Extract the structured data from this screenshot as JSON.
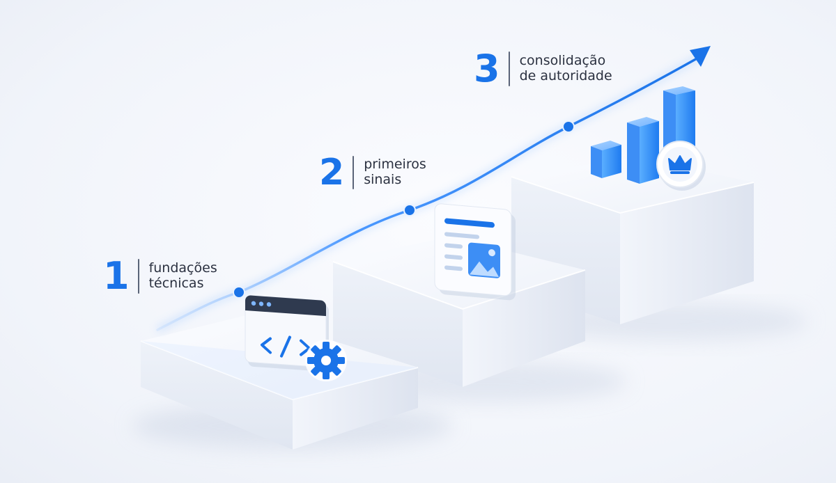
{
  "steps": [
    {
      "number": "1",
      "line1": "fundações",
      "line2": "técnicas",
      "icon": "code-window-gear-icon"
    },
    {
      "number": "2",
      "line1": "primeiros",
      "line2": "sinais",
      "icon": "content-document-icon"
    },
    {
      "number": "3",
      "line1": "consolidação",
      "line2": "de autoridade",
      "icon": "bar-chart-crown-icon"
    }
  ],
  "colors": {
    "accent": "#1a73e8",
    "accent_light": "#4da3ff",
    "platform_top": "#f4f7fc",
    "platform_side": "#e3e8f2",
    "text": "#2b3140"
  }
}
